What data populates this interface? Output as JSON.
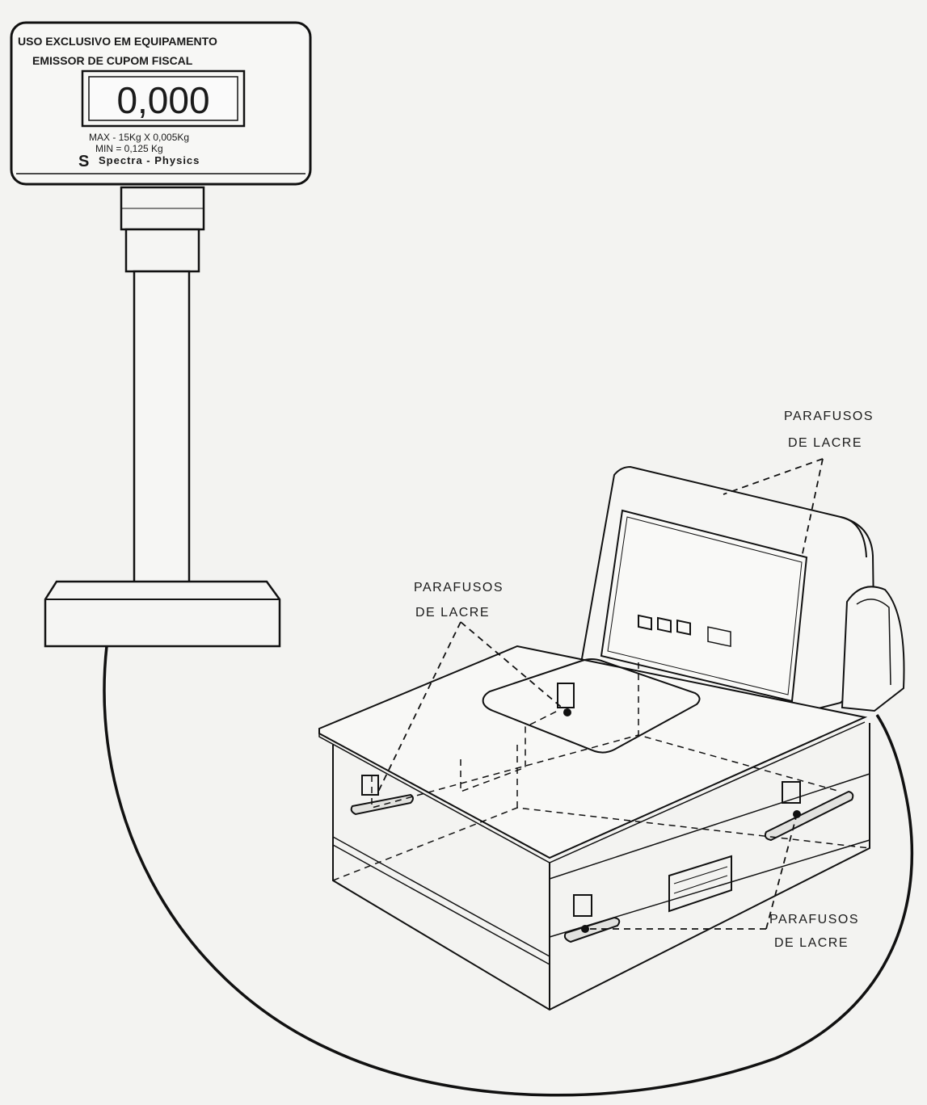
{
  "display": {
    "header_line1": "USO EXCLUSIVO EM EQUIPAMENTO",
    "header_line2": "EMISSOR DE CUPOM FISCAL",
    "readout": "0,000",
    "max_line": "MAX - 15Kg  X  0,005Kg",
    "min_line": "MIN = 0,125 Kg",
    "brand_logo": "S",
    "brand_name": "Spectra - Physics"
  },
  "callouts": {
    "top_right": {
      "line1": "PARAFUSOS",
      "line2": "DE  LACRE"
    },
    "middle_left": {
      "line1": "PARAFUSOS",
      "line2": "DE  LACRE"
    },
    "bottom_right": {
      "line1": "PARAFUSOS",
      "line2": "DE  LACRE"
    }
  }
}
